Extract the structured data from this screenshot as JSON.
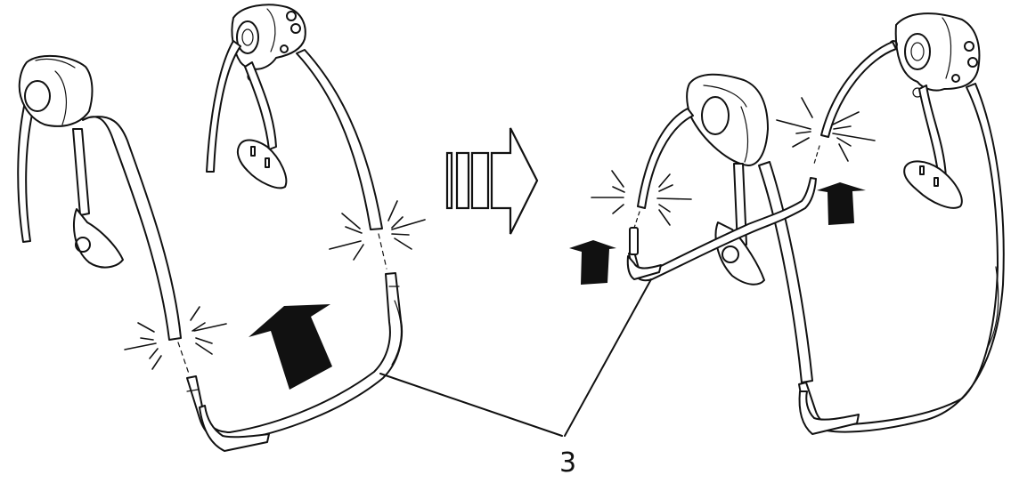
{
  "diagram": {
    "type": "assembly-instruction",
    "steps": [
      {
        "name": "before",
        "description": "Swing frame legs separated from base tube, large up arrow indicating insertion"
      },
      {
        "name": "after",
        "description": "Frame rotated; second side legs inserted with two small up arrows"
      }
    ],
    "progression_arrow": "hollow striped arrow pointing right",
    "callouts": [
      {
        "label": "3",
        "target": "base-tube"
      }
    ],
    "colors": {
      "line": "#111111",
      "background": "#ffffff"
    }
  }
}
